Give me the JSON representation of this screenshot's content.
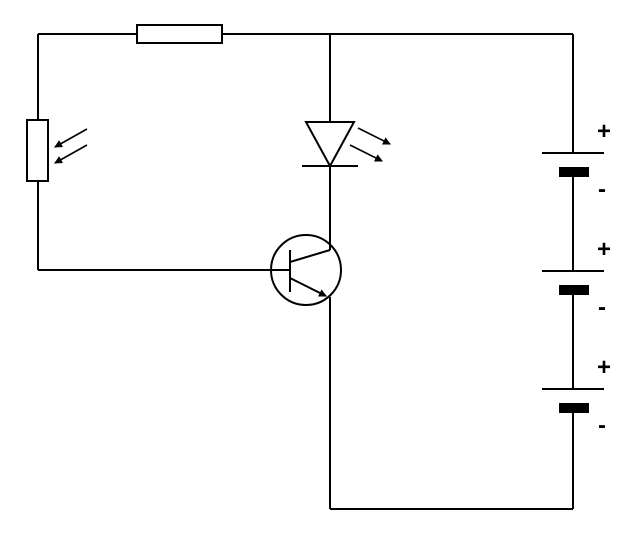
{
  "colors": {
    "stroke": "#000000",
    "background": "#ffffff"
  },
  "components": {
    "fixed_resistor": "resistor",
    "light_dependent_resistor": "photoresistor",
    "led": "light-emitting-diode",
    "transistor": "npn-transistor",
    "battery": "battery-cells"
  },
  "battery_cells": [
    {
      "plus": "+",
      "minus": "-"
    },
    {
      "plus": "+",
      "minus": "-"
    },
    {
      "plus": "+",
      "minus": "-"
    }
  ]
}
